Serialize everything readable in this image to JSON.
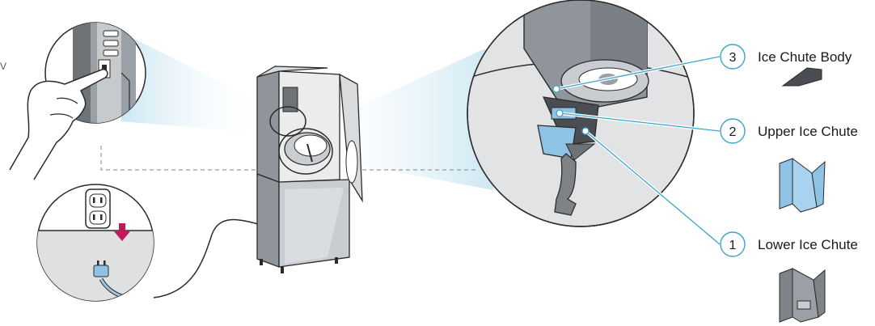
{
  "callouts": [
    {
      "number": "3",
      "label": "Ice Chute Body"
    },
    {
      "number": "2",
      "label": "Upper Ice Chute"
    },
    {
      "number": "1",
      "label": "Lower Ice Chute"
    }
  ],
  "edge_text": "V",
  "colors": {
    "outline": "#2b2b2b",
    "beam": "#cfe8f3",
    "callout_line": "#3aa6cc",
    "part_blue": "#8fc3e6",
    "part_gray": "#7f8386",
    "arrow": "#c2185b",
    "circle_fill": "#e2e3e4",
    "machine": "#c9ccd0"
  },
  "icons": [
    "hand-pointing-icon",
    "electrical-outlet-icon",
    "unplug-arrow-icon",
    "plug-icon"
  ]
}
